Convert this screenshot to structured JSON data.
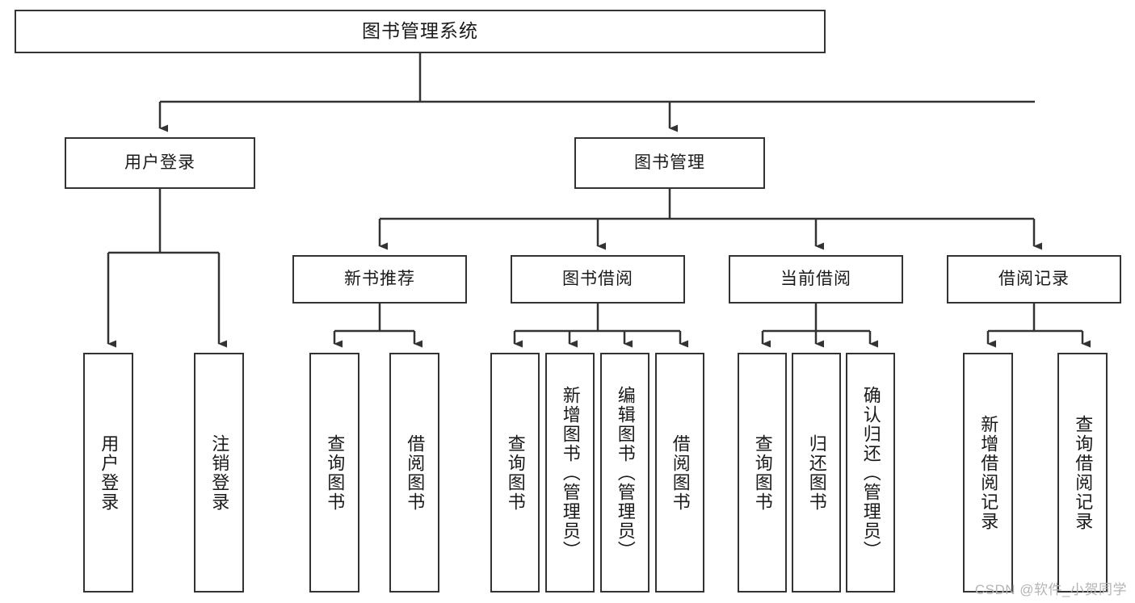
{
  "diagram": {
    "type": "hierarchy-tree",
    "title": "图书管理系统",
    "watermark": "CSDN @软件_小贺同学",
    "colors": {
      "stroke": "#333333",
      "background": "#ffffff",
      "text": "#1a1a1a",
      "watermark": "#b4b4b4"
    },
    "root": {
      "label": "图书管理系统",
      "children": [
        {
          "label": "用户登录",
          "children": [
            {
              "label": "用户登录"
            },
            {
              "label": "注销登录"
            }
          ]
        },
        {
          "label": "图书管理",
          "children": [
            {
              "label": "新书推荐",
              "children": [
                {
                  "label": "查询图书"
                },
                {
                  "label": "借阅图书"
                }
              ]
            },
            {
              "label": "图书借阅",
              "children": [
                {
                  "label": "查询图书"
                },
                {
                  "label": "新增图书（管理员）"
                },
                {
                  "label": "编辑图书（管理员）"
                },
                {
                  "label": "借阅图书"
                }
              ]
            },
            {
              "label": "当前借阅",
              "children": [
                {
                  "label": "查询图书"
                },
                {
                  "label": "归还图书"
                },
                {
                  "label": "确认归还（管理员）"
                }
              ]
            },
            {
              "label": "借阅记录",
              "children": [
                {
                  "label": "新增借阅记录"
                },
                {
                  "label": "查询借阅记录"
                }
              ]
            }
          ]
        }
      ]
    },
    "nodes": {
      "root": "图书管理系统",
      "l2_user_login": "用户登录",
      "l2_book_mgmt": "图书管理",
      "l3_new_book": "新书推荐",
      "l3_borrow": "图书借阅",
      "l3_current": "当前借阅",
      "l3_record": "借阅记录",
      "leaf_user_login": "用户登录",
      "leaf_logout": "注销登录",
      "leaf_nb_query": "查询图书",
      "leaf_nb_borrow": "借阅图书",
      "leaf_bw_query": "查询图书",
      "leaf_bw_add": "新增图书（管理员）",
      "leaf_bw_edit": "编辑图书（管理员）",
      "leaf_bw_borrow": "借阅图书",
      "leaf_cb_query": "查询图书",
      "leaf_cb_return": "归还图书",
      "leaf_cb_confirm": "确认归还（管理员）",
      "leaf_br_add": "新增借阅记录",
      "leaf_br_query": "查询借阅记录"
    }
  }
}
